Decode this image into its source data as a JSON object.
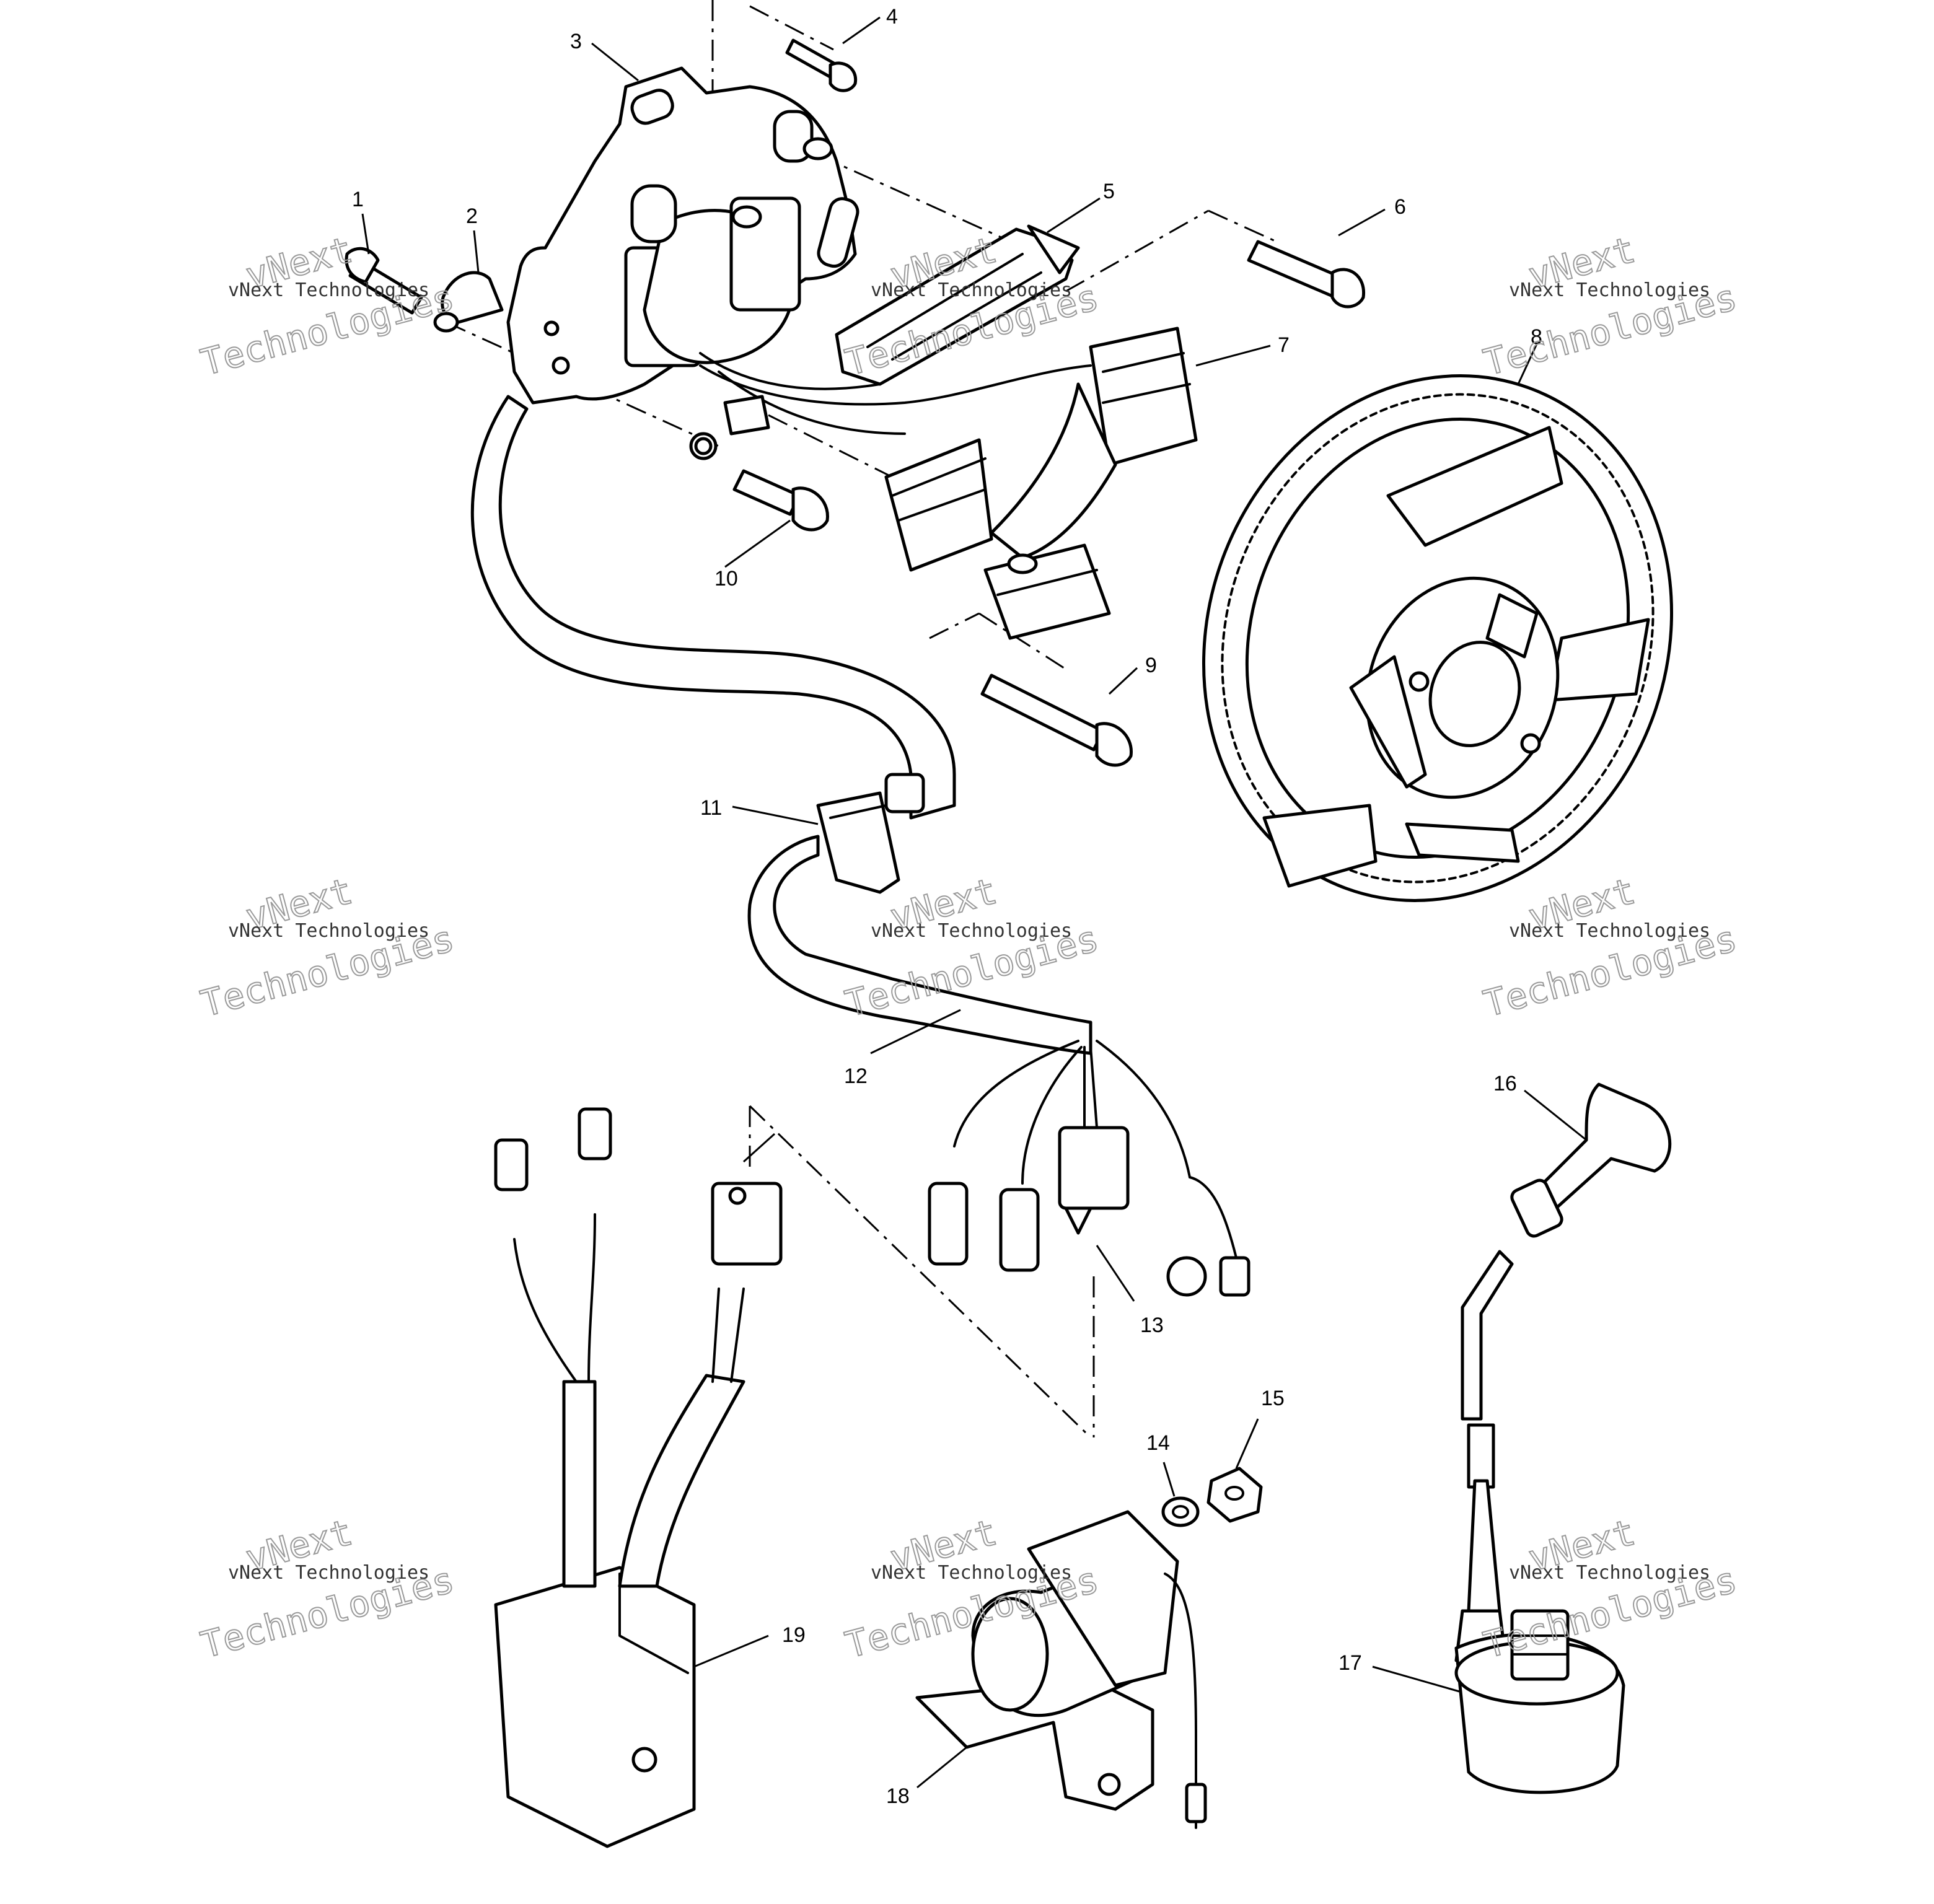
{
  "callouts": [
    {
      "label": "1"
    },
    {
      "label": "2"
    },
    {
      "label": "3"
    },
    {
      "label": "4"
    },
    {
      "label": "5"
    },
    {
      "label": "6"
    },
    {
      "label": "7"
    },
    {
      "label": "8"
    },
    {
      "label": "9"
    },
    {
      "label": "10"
    },
    {
      "label": "11"
    },
    {
      "label": "12"
    },
    {
      "label": "13"
    },
    {
      "label": "14"
    },
    {
      "label": "15"
    },
    {
      "label": "16"
    },
    {
      "label": "17"
    },
    {
      "label": "18"
    },
    {
      "label": "19"
    }
  ],
  "watermark": {
    "line1": "vNext Technologies",
    "line2": "vNext",
    "line3": "Technologies"
  },
  "colors": {
    "ink": "#000000",
    "paper": "#ffffff",
    "watermark": "#9a9a9a"
  }
}
